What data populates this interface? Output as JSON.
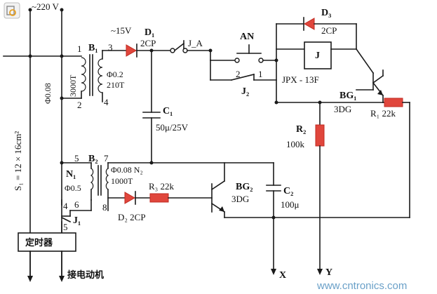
{
  "labels": {
    "supply": "~220 V",
    "sec_v": "~15V",
    "S1": "S₁ = 12 × 16cm²",
    "pri_wire": "Φ0.08",
    "pri_turns": "3000T",
    "B1": "B₁",
    "t1": "1",
    "t2": "2",
    "t3": "3",
    "t4": "4",
    "sec_wire": "Φ0.2",
    "sec_turns": "210T",
    "D1": "D₁",
    "D1_type": "2CP",
    "JA": "J_A",
    "AN": "AN",
    "D3": "D₃",
    "D3_type": "2CP",
    "relay": "J",
    "pin2": "2",
    "pin1": "1",
    "relay_type": "JPX - 13F",
    "J2": "J₂",
    "BG1": "BG₁",
    "BG1_type": "3DG",
    "R1": "R₁ 22k",
    "C1": "C₁",
    "C1_val": "50μ/25V",
    "R2": "R₂",
    "R2_val": "100k",
    "t5": "5",
    "B2": "B₂",
    "t7": "7",
    "N1": "N₁",
    "n1_wire": "Φ0.5",
    "n2_wire": "Φ0.08 N₂",
    "n2_turns": "1000T",
    "t8": "8",
    "R3": "R₃ 22k",
    "BG2": "BG₂",
    "BG2_type": "3DG",
    "C2": "C₂",
    "C2_val": "100μ",
    "t4b": "4",
    "t6": "6",
    "J1": "J₁",
    "t5b": "5",
    "D2": "D₂ 2CP",
    "timer": "定时器",
    "motor": "接电动机",
    "X": "X",
    "Y": "Y",
    "watermark": "www.cntronics.com"
  }
}
